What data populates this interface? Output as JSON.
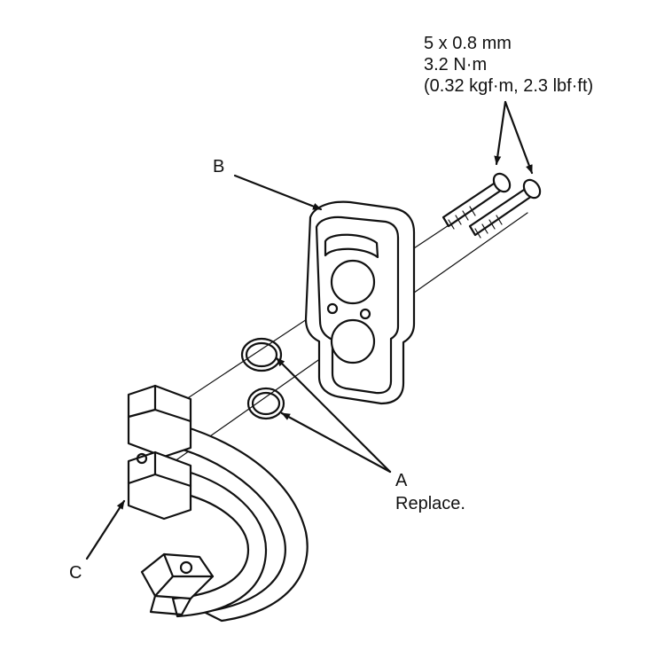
{
  "spec": {
    "line1": "5 x 0.8 mm",
    "line2": "3.2 N·m",
    "line3": "(0.32 kgf·m, 2.3 lbf·ft)"
  },
  "callouts": {
    "a_letter": "A",
    "a_note": "Replace.",
    "b_letter": "B",
    "c_letter": "C"
  }
}
